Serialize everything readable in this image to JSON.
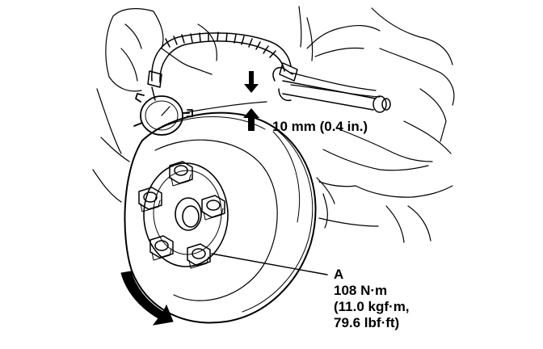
{
  "measurement": "10 mm (0.4 in.)",
  "callout": {
    "letter": "A",
    "torque_nm": "108 N·m",
    "torque_kgfm": "(11.0 kgf·m,",
    "torque_lbfft": "79.6 lbf·ft)"
  },
  "colors": {
    "ink": "#000000",
    "paper": "#ffffff"
  },
  "icons": [
    "dial-indicator-icon",
    "rotation-arrow-icon",
    "up-arrow-icon",
    "down-arrow-icon"
  ]
}
